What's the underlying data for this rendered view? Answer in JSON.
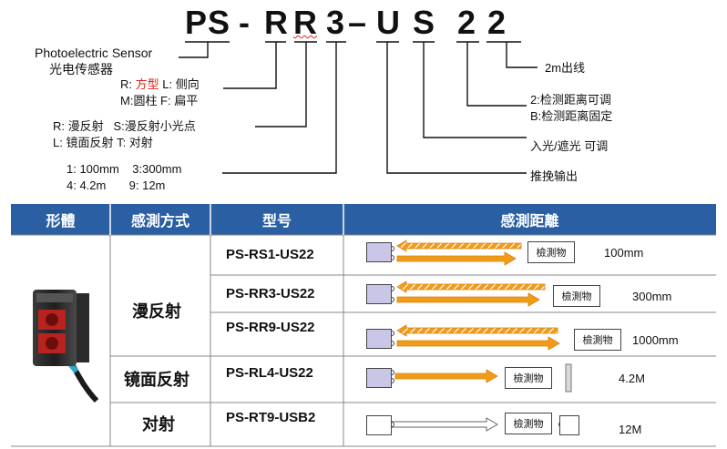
{
  "model_code": {
    "chars": [
      "P",
      "S",
      "-",
      "R",
      "R",
      "3",
      "–",
      "U",
      "S",
      "2",
      "2"
    ]
  },
  "annotations": {
    "sensor_type_en": "Photoelectric Sensor",
    "sensor_type_cn": "光电传感器",
    "shape_line1_prefix": "R: ",
    "shape_line1_red": "方型",
    "shape_line1_suffix": " L: 侧向",
    "shape_line2": "M:圆柱 F: 扁平",
    "method_line1": "R: 漫反射   S:漫反射小光点",
    "method_line2": "L: 镜面反射 T: 对射",
    "range_line1": "1: 100mm    3:300mm",
    "range_line2": "4: 4.2m       9: 12m",
    "cable": "2m出线",
    "adjust_line1": "2:检测距离可调",
    "adjust_line2": "B:检测距离固定",
    "light_mode": "入光/遮光 可调",
    "output": "推挽输出"
  },
  "table": {
    "headers": [
      "形體",
      "感測方式",
      "型号",
      "感測距離"
    ],
    "methods": {
      "diffuse": "漫反射",
      "mirror": "镜面反射",
      "thru": "对射"
    },
    "rows": [
      {
        "model": "PS-RS1-US22",
        "target": "檢測物",
        "distance": "100mm"
      },
      {
        "model": "PS-RR3-US22",
        "target": "檢測物",
        "distance": "300mm"
      },
      {
        "model": "PS-RR9-US22",
        "target": "檢測物",
        "distance": "1000mm"
      },
      {
        "model": "PS-RL4-US22",
        "target": "檢測物",
        "distance": "4.2M"
      },
      {
        "model": "PS-RT9-USB2",
        "target": "檢測物",
        "distance": "12M"
      }
    ]
  },
  "colors": {
    "header_bg": "#2a5fa3",
    "arrow": "#f29b19",
    "accent_red": "#e0201a"
  }
}
